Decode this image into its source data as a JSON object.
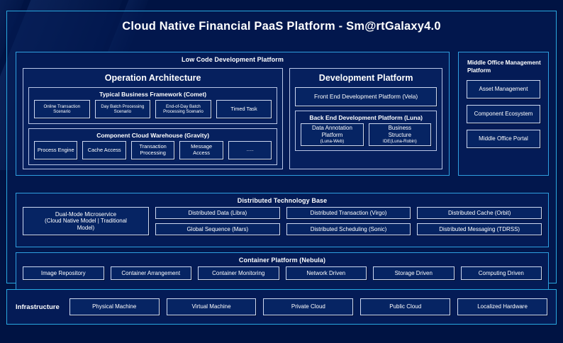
{
  "title": "Cloud Native Financial PaaS Platform - Sm@rtGalaxy4.0",
  "low_code": {
    "title": "Low Code Development Platform",
    "operation_architecture": {
      "title": "Operation Architecture",
      "typical_business_framework": {
        "title": "Typical Business Framework (Comet)",
        "items": [
          "Online Transaction Scenario",
          "Day Batch Processing Scenario",
          "End-of-Day Batch Processing Scenario",
          "Timed Task"
        ]
      },
      "component_cloud_warehouse": {
        "title": "Component Cloud Warehouse (Gravity)",
        "items": [
          "Process Engine",
          "Cache Access",
          "Transaction Processing",
          "Message Access",
          "......"
        ]
      }
    },
    "development_platform": {
      "title": "Development Platform",
      "front_end": "Front End Development Platform (Vela)",
      "back_end": {
        "title": "Back End Development Platform (Luna)",
        "items": [
          {
            "line1": "Data Annotation",
            "line2": "Platform",
            "line3": "(Luna-Web)"
          },
          {
            "line1": "Business",
            "line2": "Structure",
            "line3": "IDE(Luna-Robin)"
          }
        ]
      }
    }
  },
  "middle_office": {
    "title": "Middle Office Management Platform",
    "items": [
      "Asset Management",
      "Component Ecosystem",
      "Middle Office Portal"
    ]
  },
  "distributed_technology_base": {
    "title": "Distributed Technology Base",
    "highlight": {
      "line1": "Dual-Mode Microservice",
      "line2": "(Cloud Native Model | Traditional",
      "line3": "Model)"
    },
    "column_a": [
      "Distributed Data (Libra)",
      "Global Sequence (Mars)"
    ],
    "column_b": [
      "Distributed Transaction (Virgo)",
      "Distributed Scheduling (Sonic)"
    ],
    "column_c": [
      "Distributed Cache (Orbit)",
      "Distributed Messaging (TDRSS)"
    ]
  },
  "container_platform": {
    "title": "Container Platform (Nebula)",
    "items": [
      "Image Repository",
      "Container Arrangement",
      "Container Monitoring",
      "Network Driven",
      "Storage Driven",
      "Computing Driven"
    ]
  },
  "infrastructure": {
    "label": "Infrastructure",
    "items": [
      "Physical Machine",
      "Virtual Machine",
      "Private Cloud",
      "Public Cloud",
      "Localized Hardware"
    ]
  },
  "colors": {
    "background": "#001343",
    "panel_border": "#29a8e0",
    "panel_fill": "#041b56",
    "node_border": "#cdd8f0",
    "group_border": "#b9c6e6",
    "text": "#ffffff"
  }
}
